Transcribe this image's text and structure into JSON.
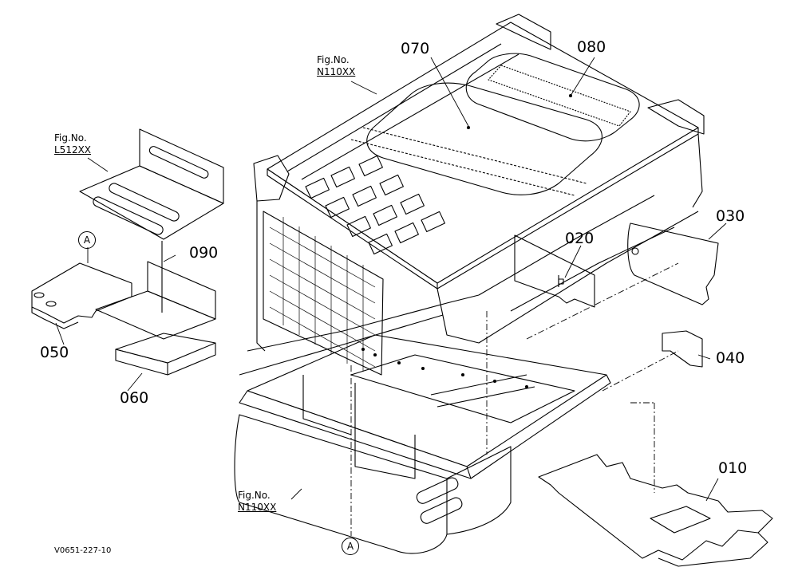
{
  "diagram": {
    "parts": [
      {
        "id": "p010",
        "label": "010"
      },
      {
        "id": "p020",
        "label": "020"
      },
      {
        "id": "p030",
        "label": "030"
      },
      {
        "id": "p040",
        "label": "040"
      },
      {
        "id": "p050",
        "label": "050"
      },
      {
        "id": "p060",
        "label": "060"
      },
      {
        "id": "p070",
        "label": "070"
      },
      {
        "id": "p080",
        "label": "080"
      },
      {
        "id": "p090",
        "label": "090"
      }
    ],
    "figure_refs": [
      {
        "id": "ref_top",
        "line1": "Fig.No.",
        "line2": "N110XX"
      },
      {
        "id": "ref_left",
        "line1": "Fig.No.",
        "line2": "L512XX"
      },
      {
        "id": "ref_bottom",
        "line1": "Fig.No.",
        "line2": "N110XX"
      }
    ],
    "connectors": [
      {
        "id": "conn_a_left",
        "label": "A"
      },
      {
        "id": "conn_a_bottom",
        "label": "A"
      }
    ],
    "drawing_code": "V0651-227-10",
    "line_color": "#000000",
    "background": "#ffffff"
  }
}
